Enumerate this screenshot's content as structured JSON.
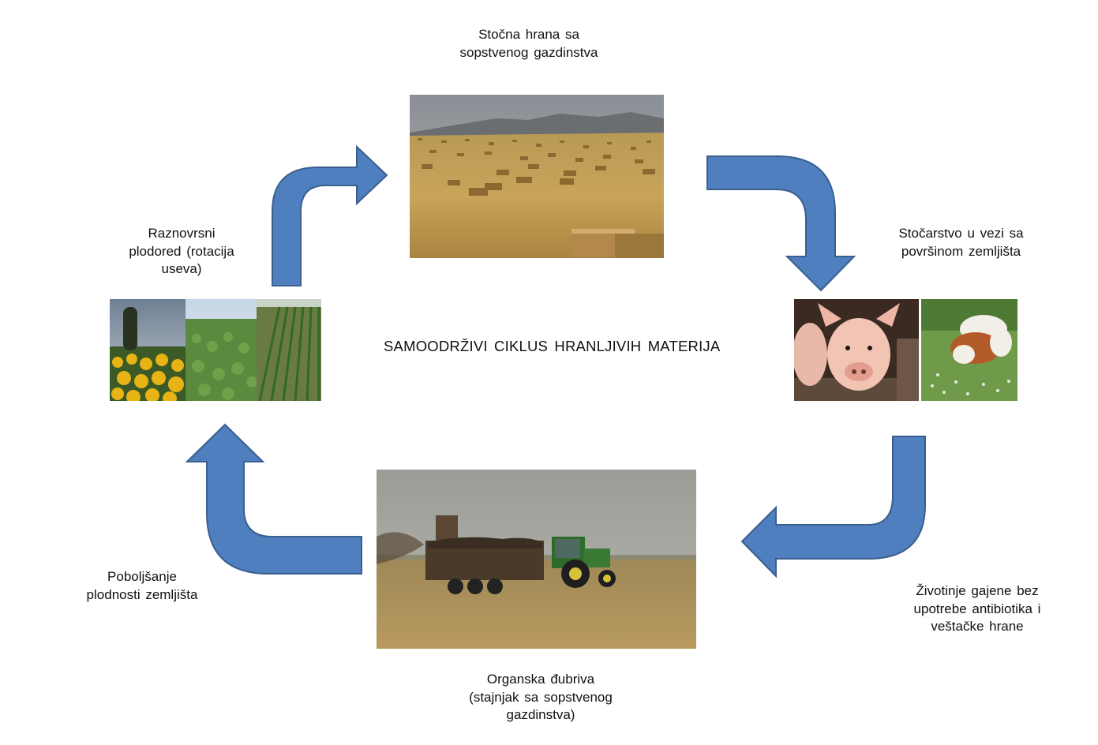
{
  "diagram": {
    "title": "SAMOODRŽIVI CIKLUS HRANLJIVIH MATERIJA",
    "nodes": {
      "feed": {
        "label": "Stočna hrana sa\nsopstvenog  gazdinstva",
        "image": "hay-bales-field-photo"
      },
      "livestock": {
        "label": "Stočarstvo  u vezi sa\npovršinom  zemljišta",
        "image": "pig-and-cows-photo"
      },
      "animals_note": {
        "label": "Životinje gajene bez\nupotrebe  antibiotika i\nveštačke hrane"
      },
      "fertilizer": {
        "label": "Organska đubriva\n(stajnjak sa sopstvenog\ngazdinstva)",
        "image": "tractor-spreading-manure-photo"
      },
      "soil": {
        "label": "Poboljšanje\nplodnosti  zemljišta"
      },
      "rotation": {
        "label": "Raznovrsni\nplodored  (rotacija\nuseva)",
        "image": "crop-rotation-fields-photo"
      }
    },
    "arrow_color": "#4f7fbf",
    "arrow_stroke": "#3a5f8f",
    "arrows": [
      {
        "from": "rotation",
        "to": "feed"
      },
      {
        "from": "feed",
        "to": "livestock"
      },
      {
        "from": "livestock",
        "to": "fertilizer"
      },
      {
        "from": "fertilizer",
        "to": "rotation"
      }
    ]
  }
}
